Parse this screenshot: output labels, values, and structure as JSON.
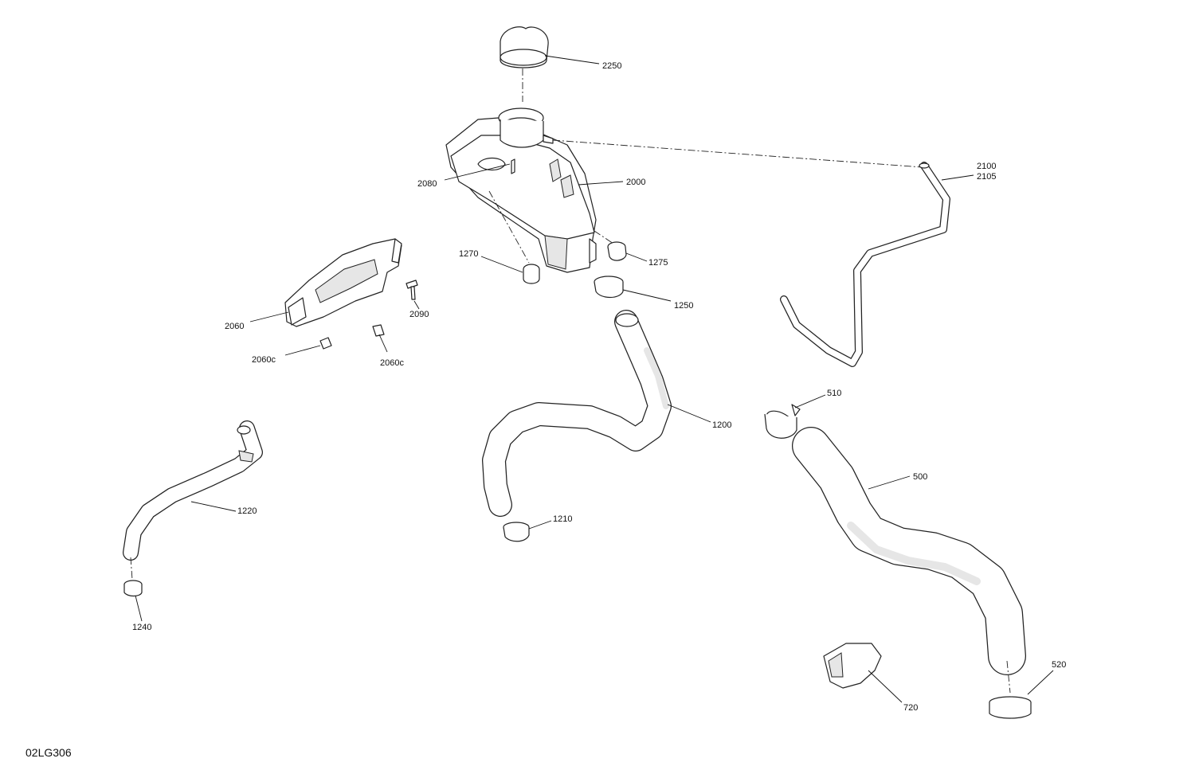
{
  "diagram": {
    "reference_code": "02LG306",
    "callouts": [
      {
        "id": "c2250",
        "text": "2250"
      },
      {
        "id": "c2000",
        "text": "2000"
      },
      {
        "id": "c2080",
        "text": "2080"
      },
      {
        "id": "c2100",
        "text": "2100"
      },
      {
        "id": "c2105",
        "text": "2105"
      },
      {
        "id": "c1270",
        "text": "1270"
      },
      {
        "id": "c1275",
        "text": "1275"
      },
      {
        "id": "c1250",
        "text": "1250"
      },
      {
        "id": "c2060",
        "text": "2060"
      },
      {
        "id": "c2090",
        "text": "2090"
      },
      {
        "id": "c2060c-a",
        "text": "2060c"
      },
      {
        "id": "c2060c-b",
        "text": "2060c"
      },
      {
        "id": "c1200",
        "text": "1200"
      },
      {
        "id": "c510",
        "text": "510"
      },
      {
        "id": "c500",
        "text": "500"
      },
      {
        "id": "c1220",
        "text": "1220"
      },
      {
        "id": "c1210",
        "text": "1210"
      },
      {
        "id": "c1240",
        "text": "1240"
      },
      {
        "id": "c720",
        "text": "720"
      },
      {
        "id": "c520",
        "text": "520"
      }
    ]
  }
}
